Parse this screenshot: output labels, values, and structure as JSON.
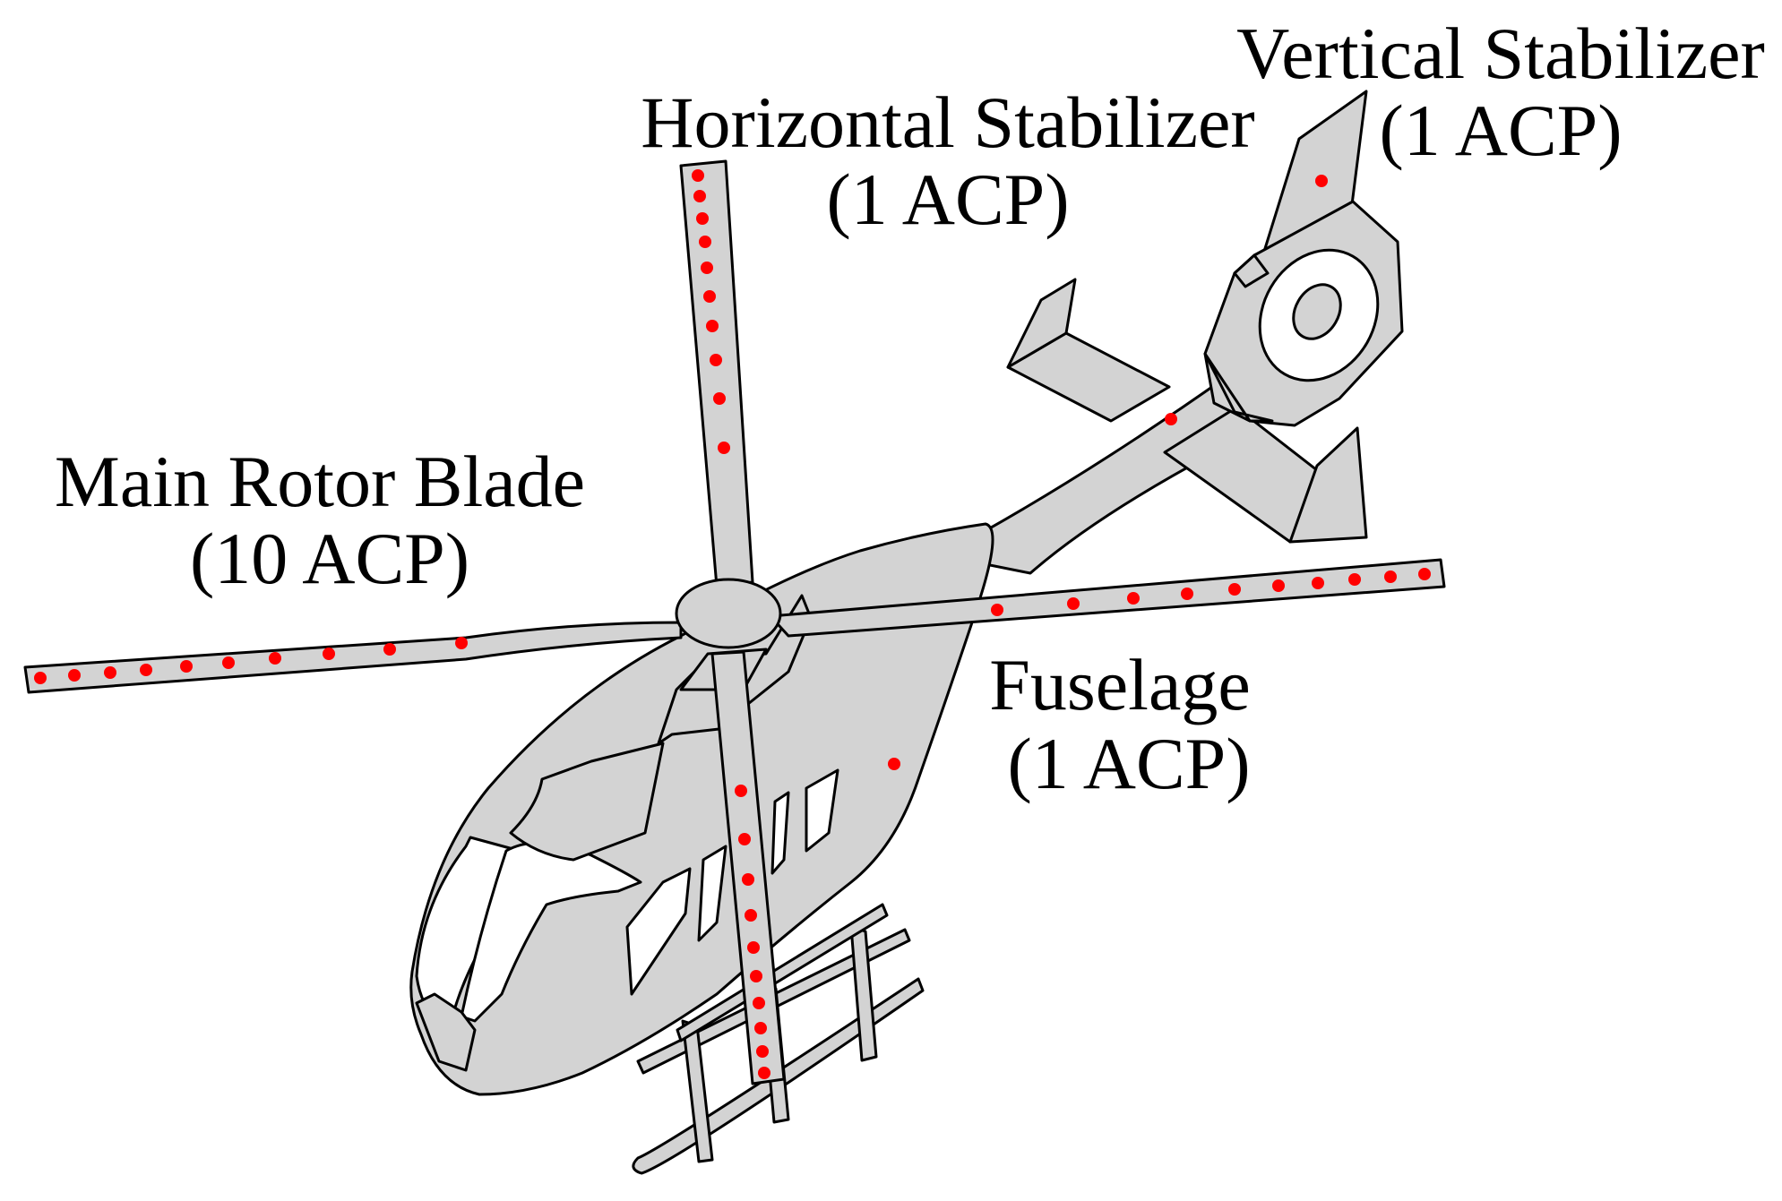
{
  "labels": {
    "vertical_stabilizer": {
      "name": "Vertical Stabilizer",
      "count": "(1 ACP)"
    },
    "horizontal_stabilizer": {
      "name": "Horizontal Stabilizer",
      "count": "(1 ACP)"
    },
    "main_rotor_blade": {
      "name": "Main Rotor Blade",
      "count": "(10 ACP)"
    },
    "fuselage": {
      "name": "Fuselage",
      "count": "(1 ACP)"
    }
  },
  "colors": {
    "body": "#d3d3d3",
    "outline": "#000000",
    "acp_point": "#ff0000",
    "background": "#ffffff"
  }
}
